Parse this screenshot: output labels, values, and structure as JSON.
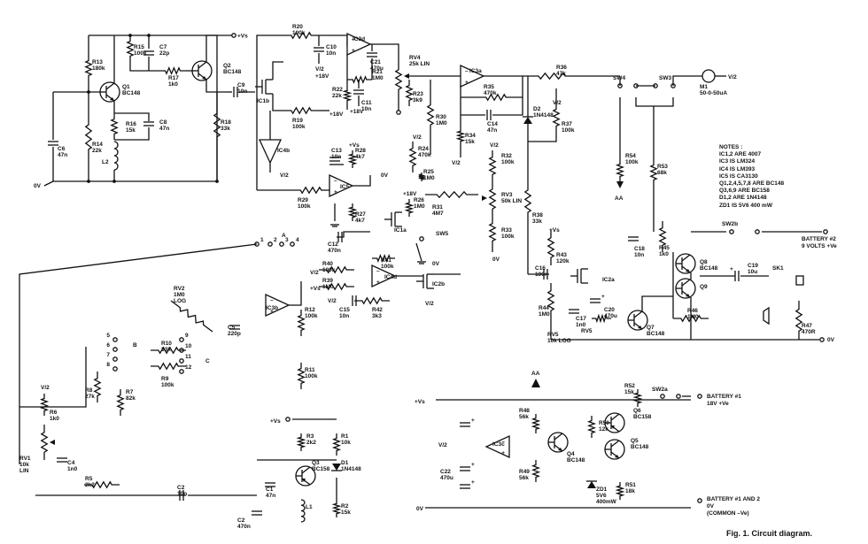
{
  "caption": "Fig. 1. Circuit diagram.",
  "notes": {
    "heading": "NOTES :",
    "lines": [
      "IC1,2 ARE 4007",
      "IC3 IS LM324",
      "IC4 IS LM393",
      "IC5 IS CA3130",
      "Q1,2,4,5,7,8 ARE BC148",
      "Q3,6,9 ARE BC158",
      "D1,2 ARE 1N4148",
      "ZD1 IS 5V6 400 mW"
    ]
  },
  "rails": {
    "vs": "+Vs",
    "v2": "V/2",
    "zero": "0V",
    "plus18": "+18V",
    "aa": "AA"
  },
  "battery": {
    "b2": "BATTERY #2",
    "b2_volts": "9 VOLTS +Ve",
    "b1": "BATTERY #1",
    "b1_volts": "18V +Ve",
    "common": "BATTERY #1 AND 2",
    "common_0v": "0V",
    "common_neg": "(COMMON –Ve)"
  },
  "components": {
    "r1": [
      "R1",
      "10k"
    ],
    "r2": [
      "R2",
      "15k"
    ],
    "r3": [
      "R3",
      "2k2"
    ],
    "r5": [
      "R5",
      "2k2"
    ],
    "r6": [
      "R6",
      "1k0"
    ],
    "r7": [
      "R7",
      "82k"
    ],
    "r8": [
      "R8",
      "27k"
    ],
    "r9": [
      "R9",
      "100k"
    ],
    "r10": [
      "R10",
      "33k"
    ],
    "r11": [
      "R11",
      "100k"
    ],
    "r12": [
      "R12",
      "100k"
    ],
    "r13": [
      "R13",
      "180k"
    ],
    "r14": [
      "R14",
      "22k"
    ],
    "r15": [
      "R15",
      "100k"
    ],
    "r16": [
      "R16",
      "15k"
    ],
    "r17": [
      "R17",
      "1k0"
    ],
    "r18": [
      "R18",
      "33k"
    ],
    "r19": [
      "R19",
      "100k"
    ],
    "r20": [
      "R20",
      "100k"
    ],
    "r21": [
      "R21",
      "1M0"
    ],
    "r22": [
      "R22",
      "22k"
    ],
    "r23": [
      "R23",
      "3k9"
    ],
    "r24": [
      "R24",
      "470k"
    ],
    "r25": [
      "R25",
      "1M0"
    ],
    "r26": [
      "R26",
      "1M0"
    ],
    "r27": [
      "R27",
      "4k7"
    ],
    "r28": [
      "R28",
      "4k7"
    ],
    "r29": [
      "R29",
      "100k"
    ],
    "r30": [
      "R30",
      "1M0"
    ],
    "r31": [
      "R31",
      "4M7"
    ],
    "r32": [
      "R32",
      "100k"
    ],
    "r33": [
      "R33",
      "100k"
    ],
    "r34": [
      "R34",
      "15k"
    ],
    "r35": [
      "R35",
      "470k"
    ],
    "r36": [
      "R36",
      "47k"
    ],
    "r37": [
      "R37",
      "100k"
    ],
    "r38": [
      "R38",
      "33k"
    ],
    "r39": [
      "R39",
      "1M0"
    ],
    "r40": [
      "R40",
      "100k"
    ],
    "r41": [
      "R41",
      "100k"
    ],
    "r42": [
      "R42",
      "3k3"
    ],
    "r43": [
      "R43",
      "120k"
    ],
    "r44": [
      "R44",
      "1M0"
    ],
    "r45": [
      "R45",
      "1k0"
    ],
    "r46": [
      "R46",
      "1M0"
    ],
    "r47": [
      "R47",
      "470R"
    ],
    "r48": [
      "R48",
      "56k"
    ],
    "r49": [
      "R49",
      "56k"
    ],
    "r50": [
      "R50",
      "12k"
    ],
    "r51": [
      "R51",
      "18k"
    ],
    "r52": [
      "R52",
      "15k"
    ],
    "r53": [
      "R53",
      "68k"
    ],
    "r54": [
      "R54",
      "100k"
    ],
    "c1": [
      "C1",
      "47n"
    ],
    "c2": [
      "C2",
      "470n"
    ],
    "c3": [
      "C2",
      "10n"
    ],
    "c4": [
      "C4",
      "1n0"
    ],
    "c5": [
      "C5",
      "220p"
    ],
    "c6": [
      "C6",
      "47n"
    ],
    "c7": [
      "C7",
      "22p"
    ],
    "c8": [
      "C8",
      "47n"
    ],
    "c9": [
      "C9",
      "10n"
    ],
    "c10": [
      "C10",
      "10n"
    ],
    "c11": [
      "C11",
      "10n"
    ],
    "c12": [
      "C12",
      "470n"
    ],
    "c13": [
      "C13",
      "10n"
    ],
    "c14": [
      "C14",
      "47n"
    ],
    "c15": [
      "C15",
      "10n"
    ],
    "c16": [
      "C16",
      "100n"
    ],
    "c17": [
      "C17",
      "1n0"
    ],
    "c18": [
      "C18",
      "10n"
    ],
    "c19": [
      "C19",
      "10u"
    ],
    "c20": [
      "C20",
      "470u"
    ],
    "c21": [
      "C21",
      "470u"
    ],
    "c22": [
      "C22",
      "470u"
    ],
    "q1": [
      "Q1",
      "BC148"
    ],
    "q2": [
      "Q2",
      "BC148"
    ],
    "q3": [
      "Q3",
      "BC158"
    ],
    "q4": [
      "Q4",
      "BC148"
    ],
    "q5": [
      "Q5",
      "BC148"
    ],
    "q6": [
      "Q6",
      "BC158"
    ],
    "q7": [
      "Q7",
      "BC148"
    ],
    "q8": [
      "Q8",
      "BC148"
    ],
    "q9": [
      "Q9",
      ""
    ],
    "d1": [
      "D1",
      "1N4148"
    ],
    "d2": [
      "D2",
      "1N4148"
    ],
    "zd1": [
      "ZD1",
      "5V6",
      "400mW"
    ],
    "rv1": [
      "RV1",
      "10k",
      "LIN"
    ],
    "rv2": [
      "RV2",
      "1M0",
      "LOG"
    ],
    "rv3": [
      "RV3",
      "50k LIN"
    ],
    "rv4": [
      "RV4",
      "25k LIN"
    ],
    "rv5": [
      "RV5",
      "10k LOG"
    ],
    "m1": [
      "M1",
      "50-0-50uA"
    ],
    "l1": "L1",
    "l2": "L2",
    "ic1a": "IC1a",
    "ic1b": "IC1b",
    "ic2a": "IC2a",
    "ic2b": "IC2b",
    "ic3a": "IC3a",
    "ic3b": "IC3b",
    "ic3c": "IC3c",
    "ic3d": "IC3d",
    "ic4b": "IC4b",
    "ic4d": "IC4d",
    "ic5": "IC5",
    "sw2a": "SW2a",
    "sw2b": "SW2b",
    "sw3": "SW3",
    "sw4": "SW4",
    "sw5": "SW5",
    "sk1": "SK1"
  },
  "switch_poles": [
    "1",
    "2",
    "3",
    "4",
    "5",
    "6",
    "7",
    "8",
    "9",
    "10",
    "11",
    "12"
  ],
  "switch_wipers": [
    "A",
    "B",
    "C"
  ]
}
